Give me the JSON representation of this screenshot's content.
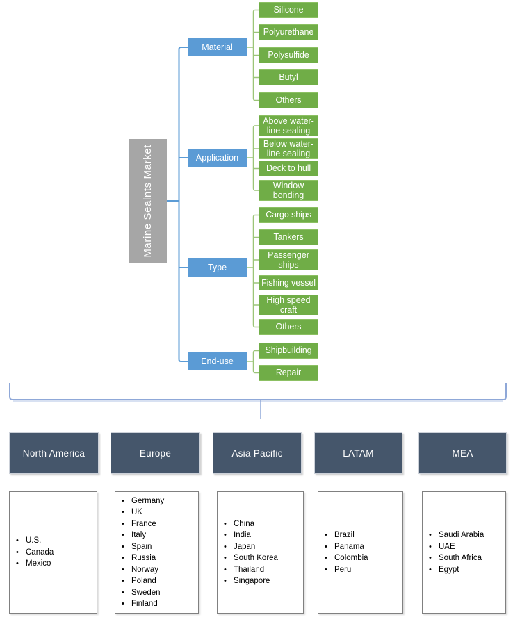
{
  "diagram": {
    "root_label": "Marine Sealnts Market",
    "segments": [
      {
        "label": "Material",
        "children": [
          "Silicone",
          "Polyurethane",
          "Polysulfide",
          "Butyl",
          "Others"
        ]
      },
      {
        "label": "Application",
        "children": [
          "Above water-line sealing",
          "Below water-line sealing",
          "Deck to hull",
          "Window bonding"
        ]
      },
      {
        "label": "Type",
        "children": [
          "Cargo ships",
          "Tankers",
          "Passenger ships",
          "Fishing vessel",
          "High speed craft",
          "Others"
        ]
      },
      {
        "label": "End-use",
        "children": [
          "Shipbuilding",
          "Repair"
        ]
      }
    ]
  },
  "regions": [
    {
      "label": "North America",
      "countries": [
        "U.S.",
        "Canada",
        "Mexico"
      ]
    },
    {
      "label": "Europe",
      "countries": [
        "Germany",
        "UK",
        "France",
        "Italy",
        "Spain",
        "Russia",
        "Norway",
        "Poland",
        "Sweden",
        "Finland"
      ]
    },
    {
      "label": "Asia Pacific",
      "countries": [
        "China",
        "India",
        "Japan",
        "South Korea",
        "Thailand",
        "Singapore"
      ]
    },
    {
      "label": "LATAM",
      "countries": [
        "Brazil",
        "Panama",
        "Colombia",
        "Peru"
      ]
    },
    {
      "label": "MEA",
      "countries": [
        "Saudi Arabia",
        "UAE",
        "South Africa",
        "Egypt"
      ]
    }
  ],
  "colors": {
    "root_gray": "#A6A6A6",
    "segment_blue": "#5B9BD5",
    "segment_green": "#70AD47",
    "segment_green_border": "#8CC063",
    "connector_blue": "#5B9BD5",
    "connector_green": "#9CC578",
    "bracket_blue": "#8FA8D8",
    "bracket_shadow": "#CBD7EE",
    "region_header": "#45566B"
  }
}
